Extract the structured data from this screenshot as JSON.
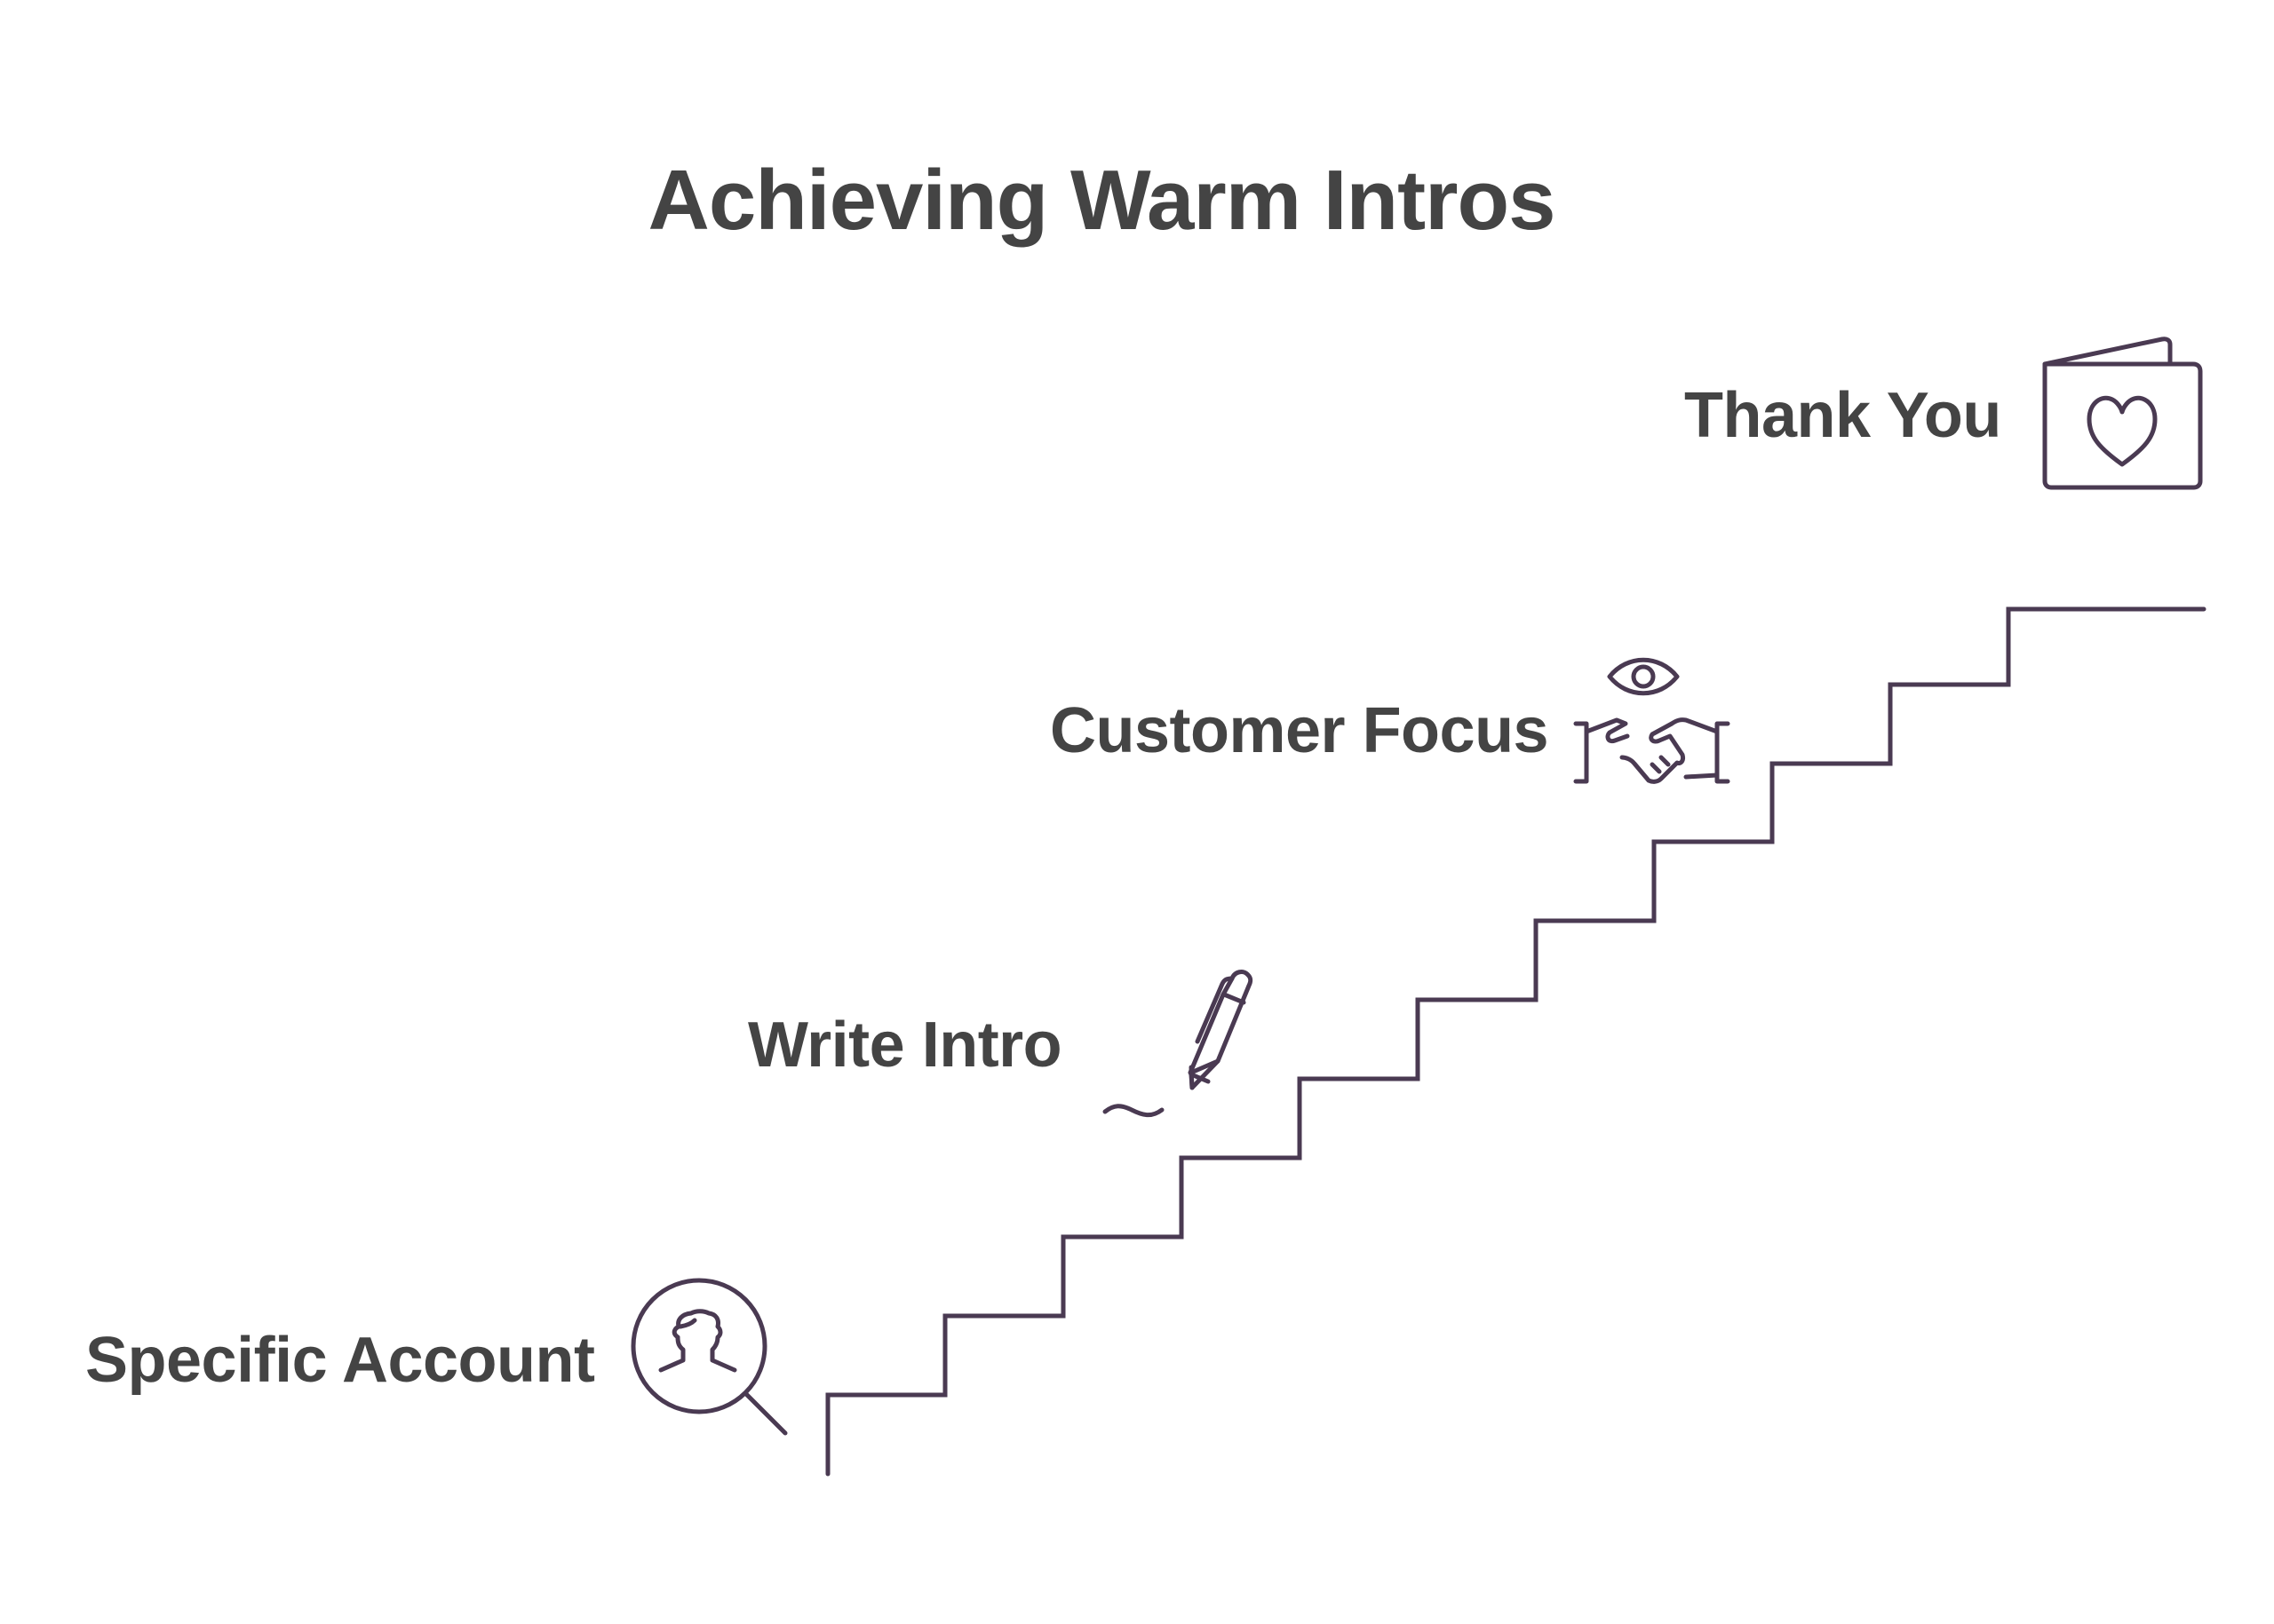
{
  "title": "Achieving Warm Intros",
  "steps": [
    {
      "label": "Specific Account",
      "icon": "account-search-icon"
    },
    {
      "label": "Write Intro",
      "icon": "pen-signature-icon"
    },
    {
      "label": "Customer Focus",
      "icon": "handshake-eye-icon"
    },
    {
      "label": "Thank You",
      "icon": "thank-you-card-icon"
    }
  ],
  "colors": {
    "text": "#444444",
    "stroke": "#4a3a52",
    "background": "#ffffff"
  }
}
